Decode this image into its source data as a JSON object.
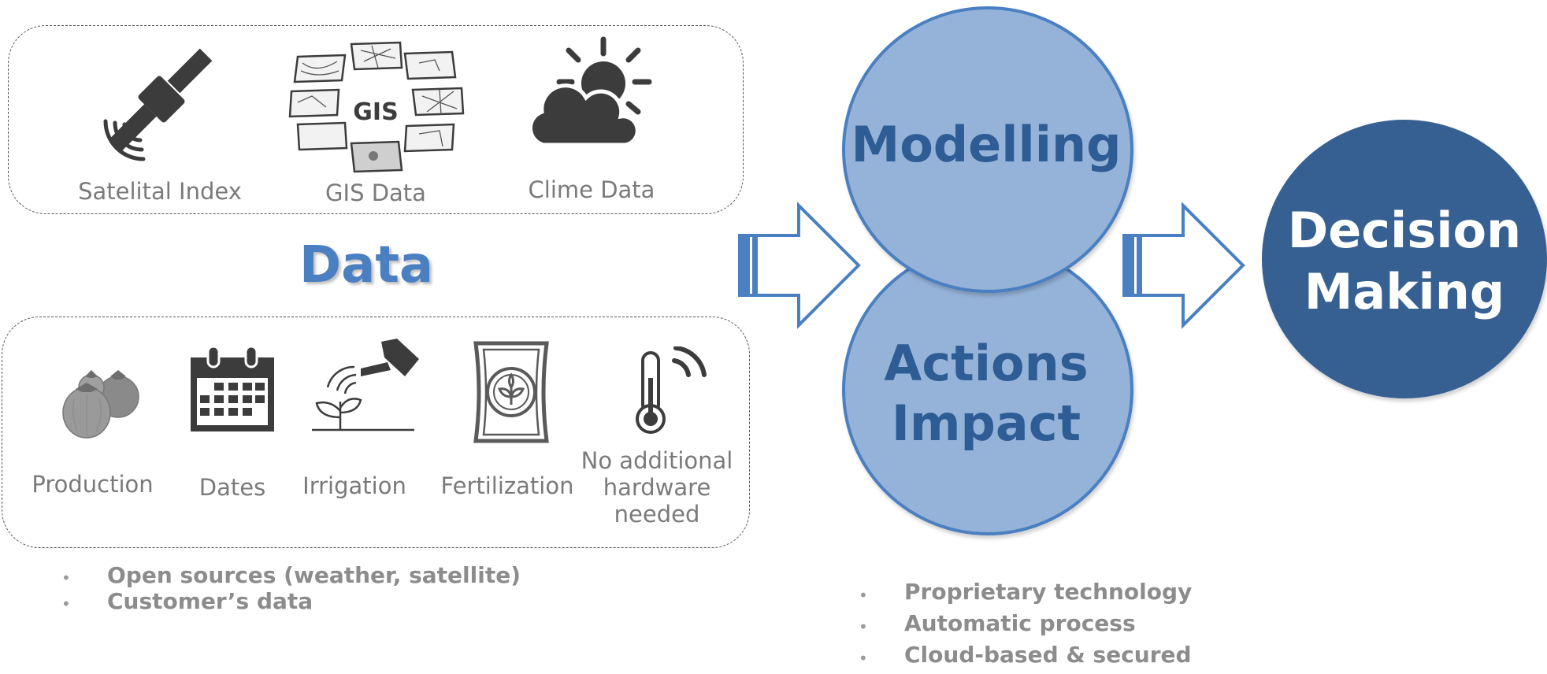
{
  "data_sources": {
    "top_items": [
      {
        "label": "Satelital Index",
        "icon": "satellite-icon"
      },
      {
        "label": "GIS Data",
        "icon": "gis-maps-icon",
        "badge": "GIS"
      },
      {
        "label": "Clime Data",
        "icon": "weather-icon"
      }
    ],
    "title": "Data",
    "bottom_items": [
      {
        "label": "Production",
        "icon": "fruit-icon"
      },
      {
        "label": "Dates",
        "icon": "calendar-icon"
      },
      {
        "label": "Irrigation",
        "icon": "watering-can-icon"
      },
      {
        "label": "Fertilization",
        "icon": "fertilizer-bag-icon"
      },
      {
        "label_lines": [
          "No additional",
          "hardware",
          "needed"
        ],
        "icon": "thermometer-signal-icon"
      }
    ],
    "bullets": [
      "Open sources (weather, satellite)",
      "Customer’s data"
    ]
  },
  "model": {
    "top_circle": "Modelling",
    "bottom_circle": [
      "Actions",
      "Impact"
    ],
    "bullets": [
      "Proprietary technology",
      "Automatic process",
      "Cloud-based & secured"
    ]
  },
  "decision": {
    "lines": [
      "Decision",
      "Making"
    ]
  },
  "colors": {
    "light_circle": "#95b3d9",
    "circle_border": "#4a7fc1",
    "dark_circle": "#376092",
    "dark_text": "#2e5c94",
    "icon_gray": "#3c3c3c",
    "label_gray": "#7a7a7a"
  }
}
